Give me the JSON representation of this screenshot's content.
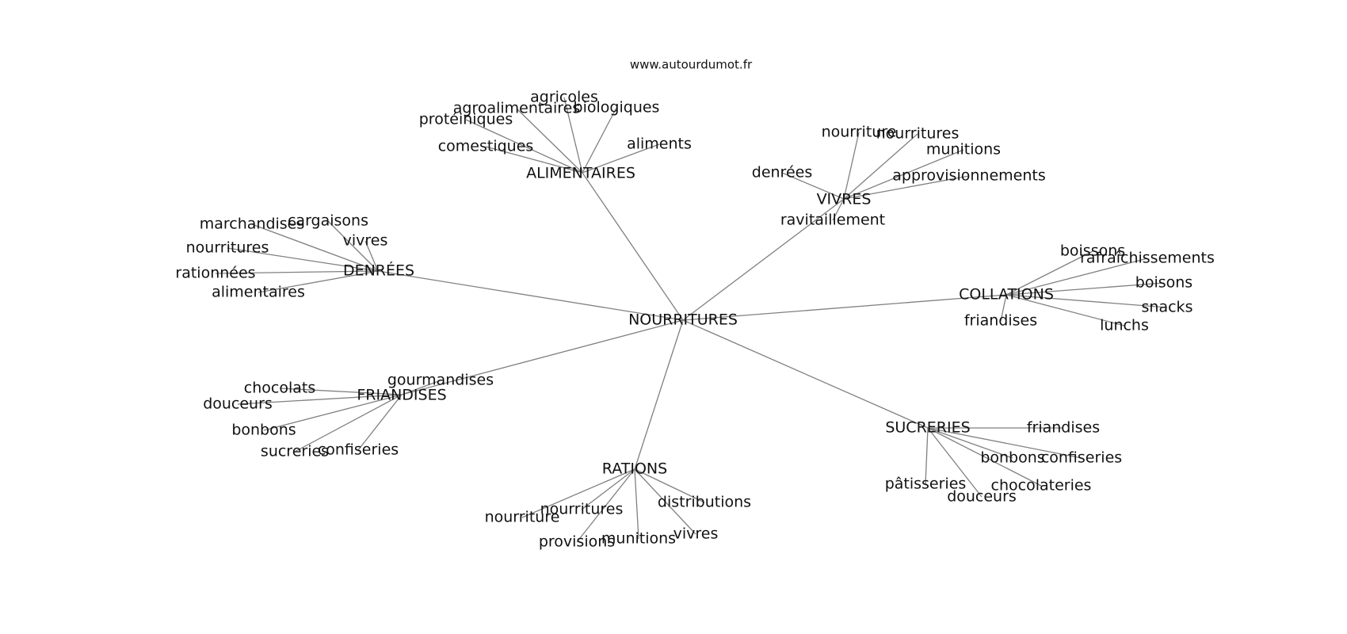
{
  "source": "www.autourdumot.fr",
  "center": "NOURRITURES",
  "clusters": [
    {
      "label": "ALIMENTAIRES",
      "words": [
        "agricoles",
        "agroalimentaires",
        "biologiques",
        "protéiniques",
        "comestiques",
        "aliments"
      ]
    },
    {
      "label": "VIVRES",
      "words": [
        "nourriture",
        "nourritures",
        "munitions",
        "denrées",
        "approvisionnements",
        "ravitaillement"
      ]
    },
    {
      "label": "DENRÉES",
      "words": [
        "marchandises",
        "cargaisons",
        "vivres",
        "nourritures",
        "rationnées",
        "alimentaires"
      ]
    },
    {
      "label": "COLLATIONS",
      "words": [
        "boissons",
        "rafraîchissements",
        "boisons",
        "snacks",
        "lunchs",
        "friandises"
      ]
    },
    {
      "label": "FRIANDISES",
      "words": [
        "gourmandises",
        "chocolats",
        "douceurs",
        "bonbons",
        "sucreries",
        "confiseries"
      ]
    },
    {
      "label": "SUCRERIES",
      "words": [
        "friandises",
        "bonbons",
        "confiseries",
        "chocolateries",
        "pâtisseries",
        "douceurs"
      ]
    },
    {
      "label": "RATIONS",
      "words": [
        "distributions",
        "nourritures",
        "nourriture",
        "provisions",
        "munitions",
        "vivres"
      ]
    }
  ]
}
